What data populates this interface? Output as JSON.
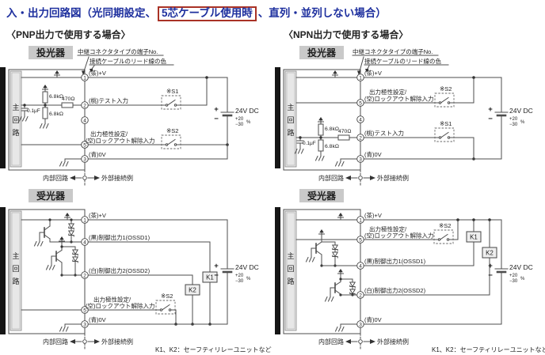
{
  "title": {
    "pre": "入・出力回路図（光同期設定、",
    "highlight": "5芯ケーブル使用時",
    "post": "、直列・並列しない場合）"
  },
  "headings": {
    "pnp": "〈PNP出力で使用する場合〉",
    "npn": "〈NPN出力で使用する場合〉"
  },
  "device": {
    "emitter": "投光器",
    "receiver": "受光器"
  },
  "annotations": {
    "terminal_no": "中継コネクタタイプの端子No.",
    "lead_color": "接続ケーブルのリード線の色"
  },
  "main_circuit": {
    "c1": "主",
    "c2": "回",
    "c3": "路"
  },
  "terminals": {
    "v": "(茶)+V",
    "test": "(桃)テスト入力",
    "polarity": "出力極性設定/",
    "lockout": "(空)ロックアウト解除入力",
    "zero": "(青)0V",
    "ossd1": "(黒)制御出力1(OSSD1)",
    "ossd2": "(白)制御出力2(OSSD2)",
    "n1": "1",
    "n2": "2",
    "n3": "3",
    "n4": "4",
    "n5": "5"
  },
  "components": {
    "r470": "470Ω",
    "r68k": "6.8kΩ",
    "c01": "0.1μF",
    "s1": "※S1",
    "s2": "※S2",
    "k1": "K1",
    "k2": "K2"
  },
  "supply": {
    "voltage": "24V DC",
    "tol_plus": "+20",
    "tol_minus": "−30",
    "percent": "%",
    "plus": "+",
    "minus": "−"
  },
  "footer": {
    "internal_note": "内部回路",
    "external_note": "外部接続例",
    "relay_note": "K1、K2：セーフティリレーユニットなど"
  }
}
